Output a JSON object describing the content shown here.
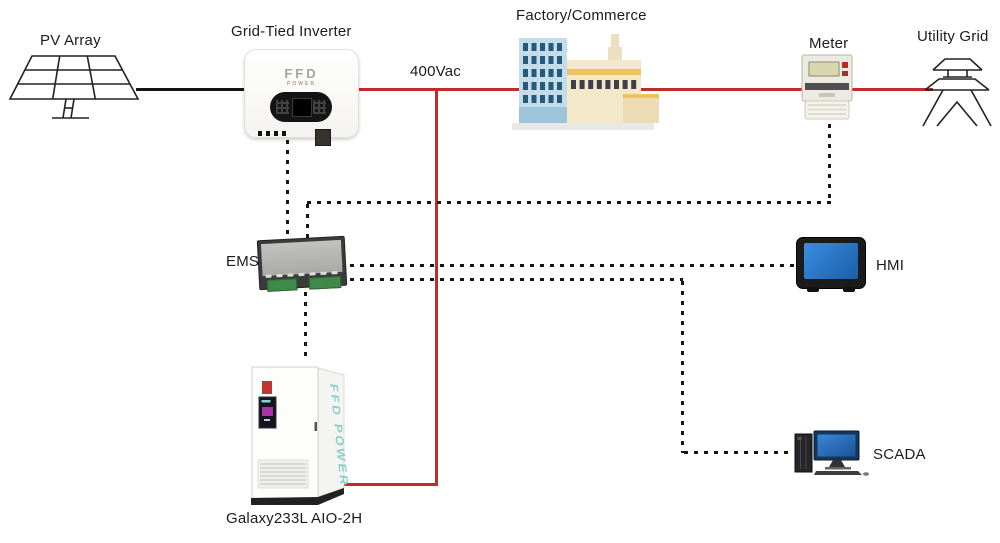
{
  "diagram": {
    "type": "energy-storage-system-topology",
    "annotations": {
      "ac_voltage": "400Vac"
    },
    "nodes": {
      "pv_array": {
        "label": "PV Array"
      },
      "inverter": {
        "label": "Grid-Tied Inverter",
        "brand_top": "FFD",
        "brand_bottom": "POWER"
      },
      "factory": {
        "label": "Factory/Commerce"
      },
      "meter": {
        "label": "Meter"
      },
      "utility_grid": {
        "label": "Utility Grid"
      },
      "ems": {
        "label": "EMS"
      },
      "hmi": {
        "label": "HMI"
      },
      "battery": {
        "label": "Galaxy233L AIO-2H",
        "brand": "FFD POWER"
      },
      "scada": {
        "label": "SCADA"
      }
    },
    "connections": [
      {
        "from": "pv_array",
        "to": "inverter",
        "type": "power",
        "style": "solid-black"
      },
      {
        "from": "inverter",
        "to": "utility_grid",
        "via": [
          "factory",
          "meter"
        ],
        "type": "power-ac",
        "style": "solid-red",
        "label": "400Vac"
      },
      {
        "from": "ac_bus_400vac",
        "to": "battery",
        "type": "power-ac",
        "style": "solid-red"
      },
      {
        "from": "inverter",
        "to": "ems",
        "type": "communication",
        "style": "dashed-black"
      },
      {
        "from": "meter",
        "to": "ems",
        "type": "communication",
        "style": "dashed-black"
      },
      {
        "from": "ems",
        "to": "hmi",
        "type": "communication",
        "style": "dashed-black"
      },
      {
        "from": "ems",
        "to": "scada",
        "type": "communication",
        "style": "dashed-black"
      },
      {
        "from": "ems",
        "to": "battery",
        "type": "communication",
        "style": "dashed-black"
      }
    ],
    "colors": {
      "power_ac_line": "#c32b2b",
      "power_pv_line": "#151515",
      "comm_line": "#161616",
      "hmi_screen": "#2b7fd4",
      "scada_screen": "#2f7cd0",
      "battery_brand_text": "#8ccfc6",
      "factory_blue": "#c3dcea",
      "factory_beige": "#f3e8ca",
      "factory_gold": "#eec263"
    }
  }
}
